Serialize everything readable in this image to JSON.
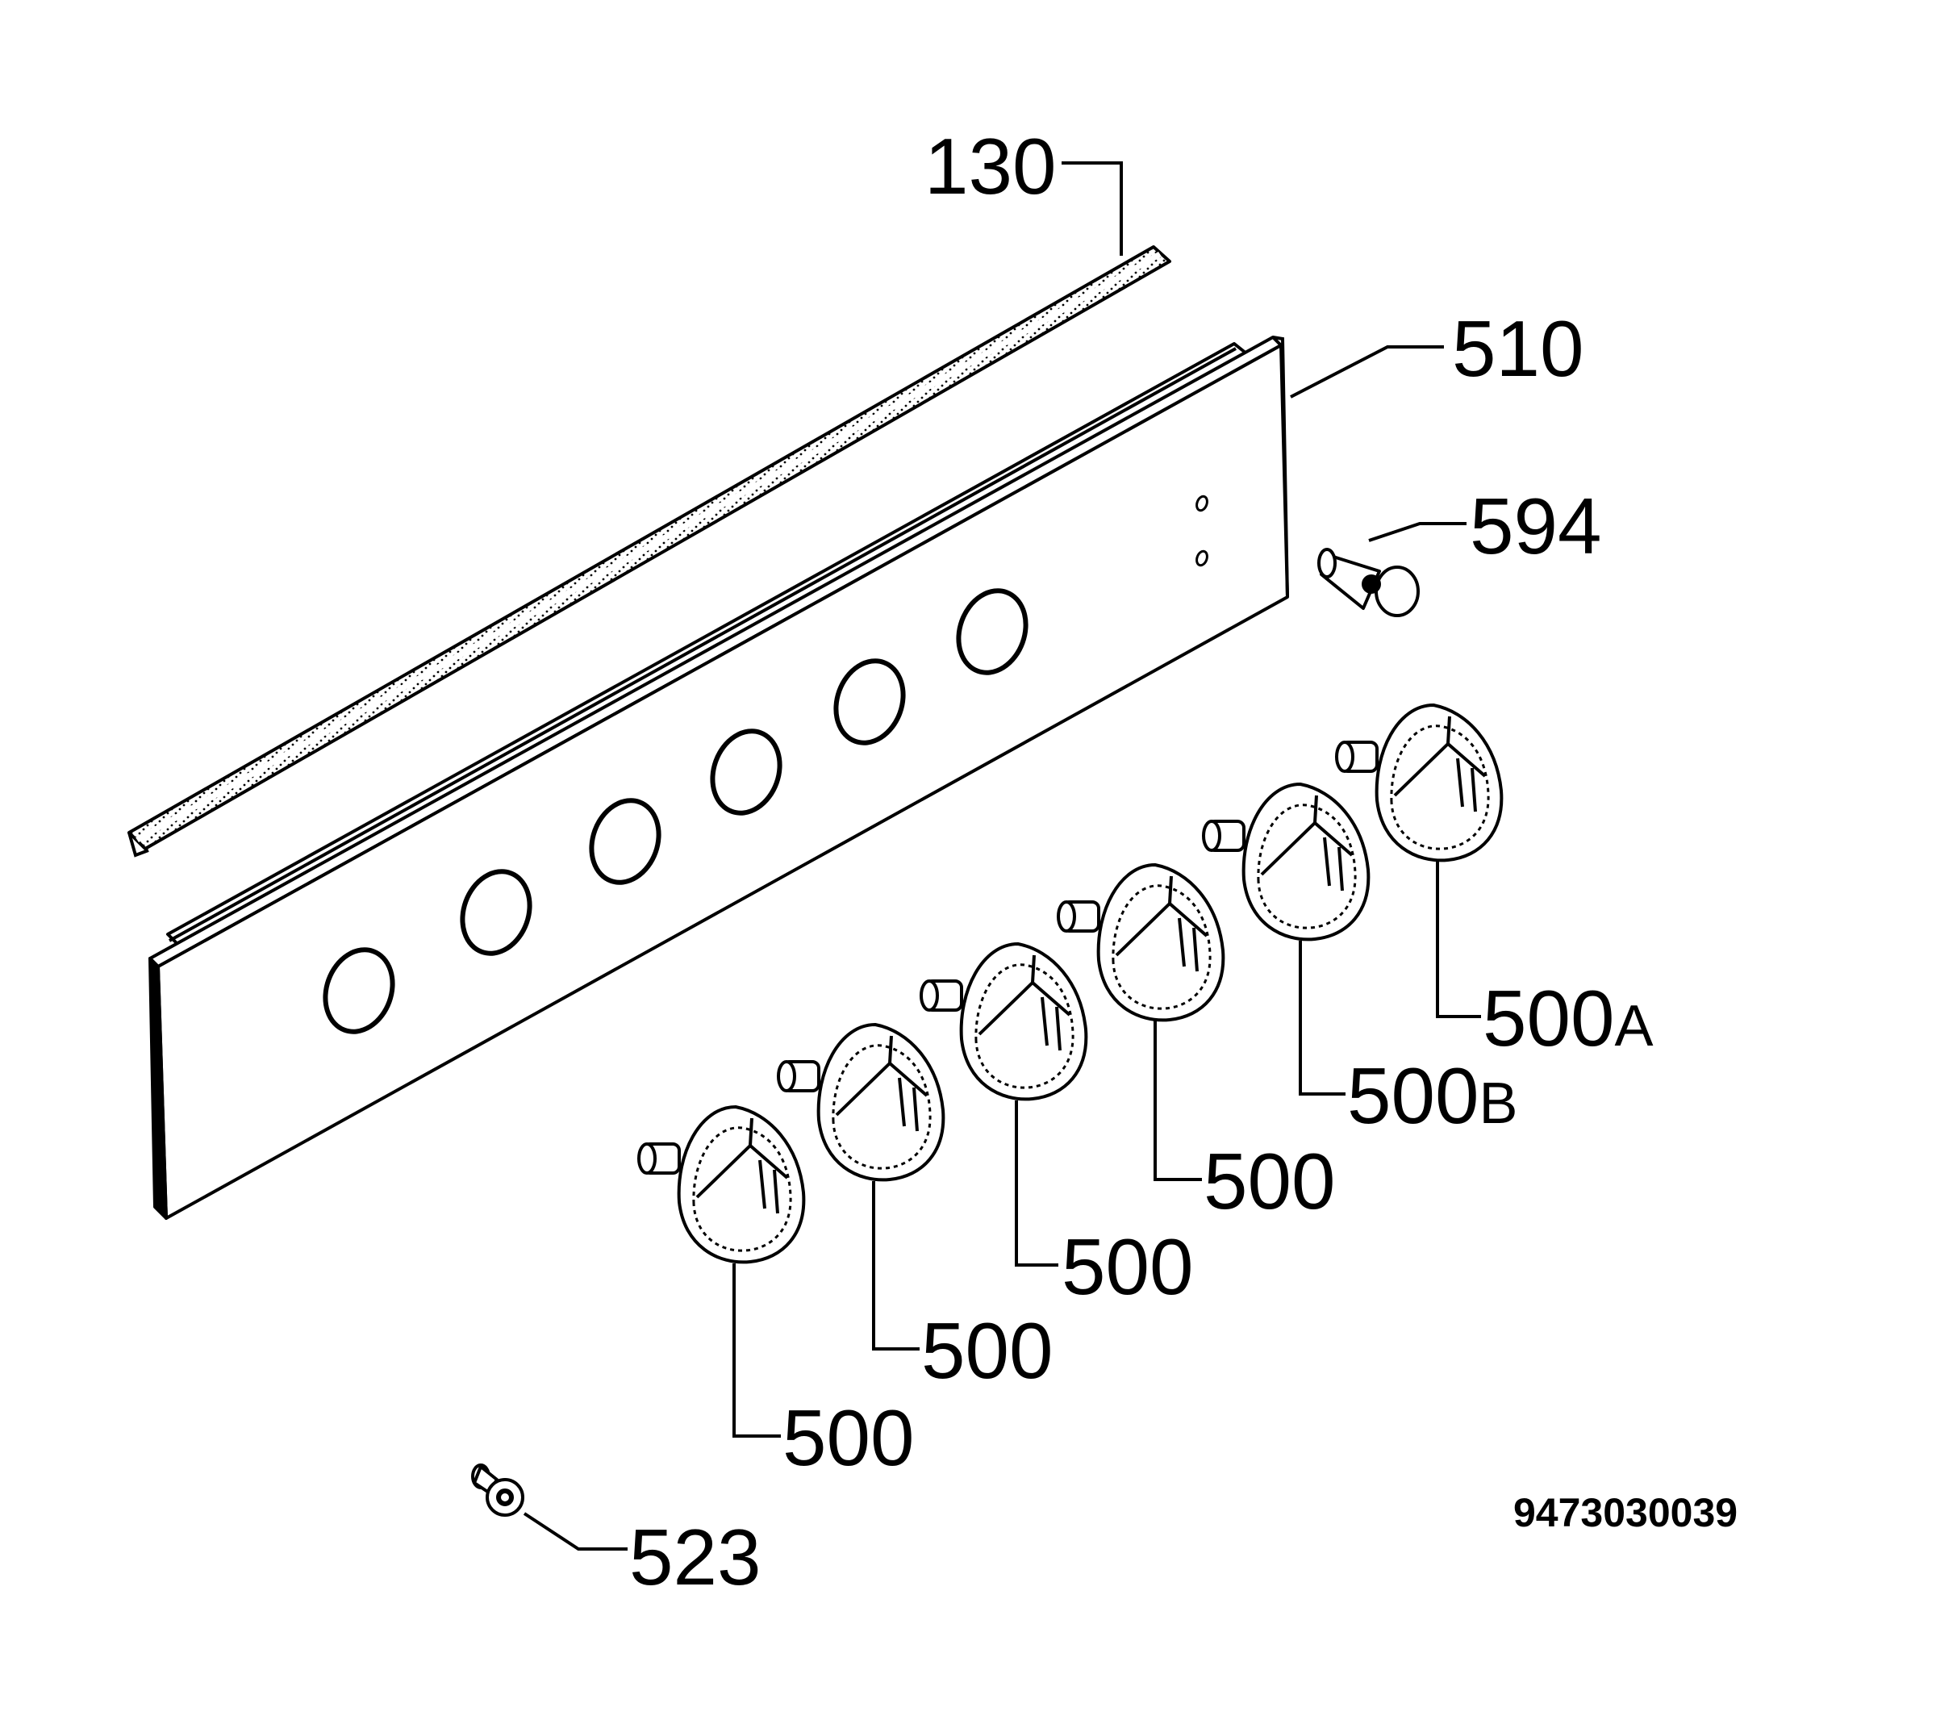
{
  "callouts": {
    "strip": "130",
    "panel": "510",
    "lamp": "594",
    "clip": "523",
    "knob_1": "500",
    "knob_2": "500",
    "knob_3": "500",
    "knob_4": "500",
    "knob_5_num": "500",
    "knob_5_suffix": "B",
    "knob_6_num": "500",
    "knob_6_suffix": "A"
  },
  "drawing_number": "9473030039"
}
